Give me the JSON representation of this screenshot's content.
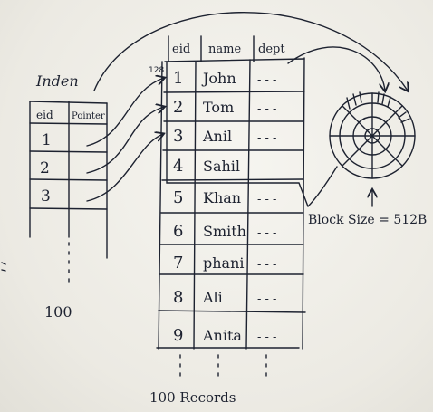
{
  "colors": {
    "ink": "#1d2230",
    "board": "#efede6"
  },
  "index_table": {
    "title": "Inden",
    "headers": [
      "eid",
      "Pointer"
    ],
    "rows": [
      "1",
      "2",
      "3"
    ],
    "footer": "100"
  },
  "data_table": {
    "headers": [
      "eid",
      "name",
      "dept"
    ],
    "start_address": "128",
    "rows": [
      {
        "eid": "1",
        "name": "John",
        "dept": "- - -"
      },
      {
        "eid": "2",
        "name": "Tom",
        "dept": "- - -"
      },
      {
        "eid": "3",
        "name": "Anil",
        "dept": "- - -"
      },
      {
        "eid": "4",
        "name": "Sahil",
        "dept": "- - -"
      },
      {
        "eid": "5",
        "name": "Khan",
        "dept": "- - -"
      },
      {
        "eid": "6",
        "name": "Smith",
        "dept": "- - -"
      },
      {
        "eid": "7",
        "name": "phani",
        "dept": "- - -"
      },
      {
        "eid": "8",
        "name": "Ali",
        "dept": "- - -"
      },
      {
        "eid": "9",
        "name": "Anita",
        "dept": "- - -"
      }
    ],
    "footer": "100 Records"
  },
  "disk": {
    "block_label": "Block Size = 512B"
  }
}
